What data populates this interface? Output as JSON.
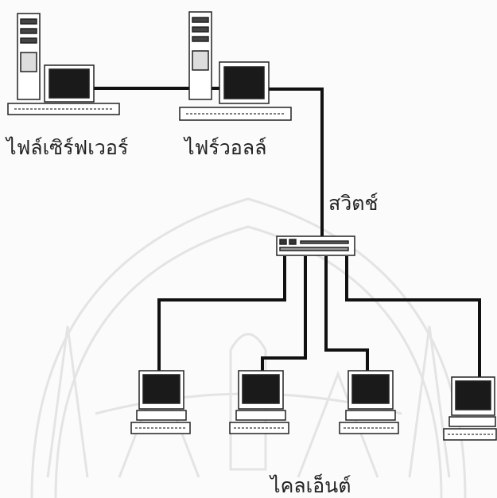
{
  "labels": {
    "file_server": "ไฟล์เซิร์ฟเวอร์",
    "firewall": "ไฟร์วอลล์",
    "switch": "สวิตช์",
    "clients": "ไคลเอ็นต์"
  },
  "watermark": {
    "description": "faint university emblem watermark"
  },
  "colors": {
    "background": "#fbfbfb",
    "cable": "#111111",
    "watermark": "#e6e6e6",
    "device_body": "#ffffff",
    "screen": "#1a1a1a"
  }
}
